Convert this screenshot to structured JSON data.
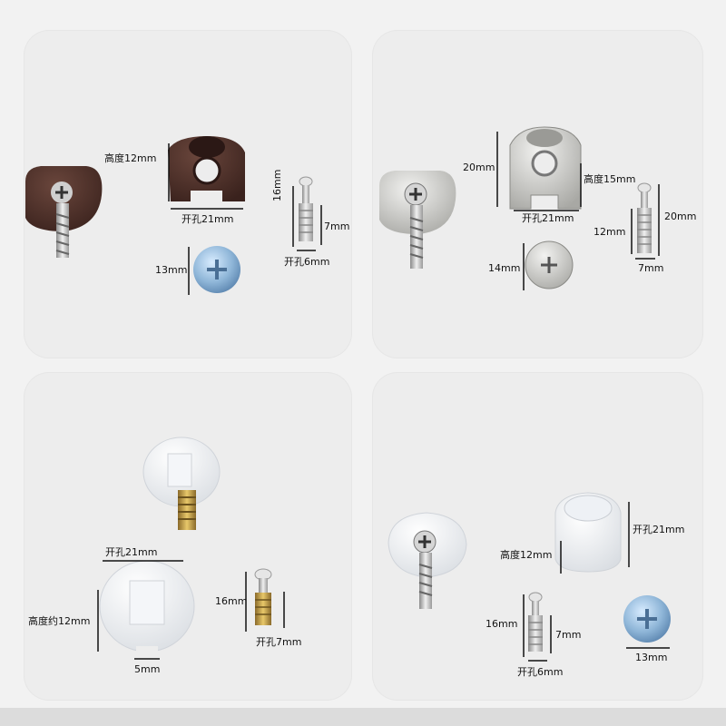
{
  "panels": [
    {
      "labels": {
        "height": "高度12mm",
        "hole": "开孔21mm",
        "dia": "13mm",
        "pin_len": "16mm",
        "pin_dia": "7mm",
        "pin_hole": "开孔6mm"
      },
      "colors": {
        "cam": "#4a2e28",
        "ball": "#8fb6d8"
      }
    },
    {
      "labels": {
        "height_outer": "20mm",
        "height": "高度15mm",
        "hole": "开孔21mm",
        "dia": "14mm",
        "pin_a": "12mm",
        "pin_b": "20mm",
        "pin_c": "7mm"
      },
      "colors": {
        "cam": "#c9c9c6"
      }
    },
    {
      "labels": {
        "hole": "开孔21mm",
        "height": "高度约12mm",
        "gap": "5mm",
        "pin_len": "16mm",
        "pin_hole": "开孔7mm"
      },
      "colors": {
        "cam": "#ffffff"
      }
    },
    {
      "labels": {
        "hole": "开孔21mm",
        "height": "高度12mm",
        "pin_len": "16mm",
        "pin_dia": "7mm",
        "pin_hole": "开孔6mm",
        "dia": "13mm"
      },
      "colors": {
        "cam": "#ffffff",
        "ball": "#8fb6d8"
      }
    }
  ]
}
